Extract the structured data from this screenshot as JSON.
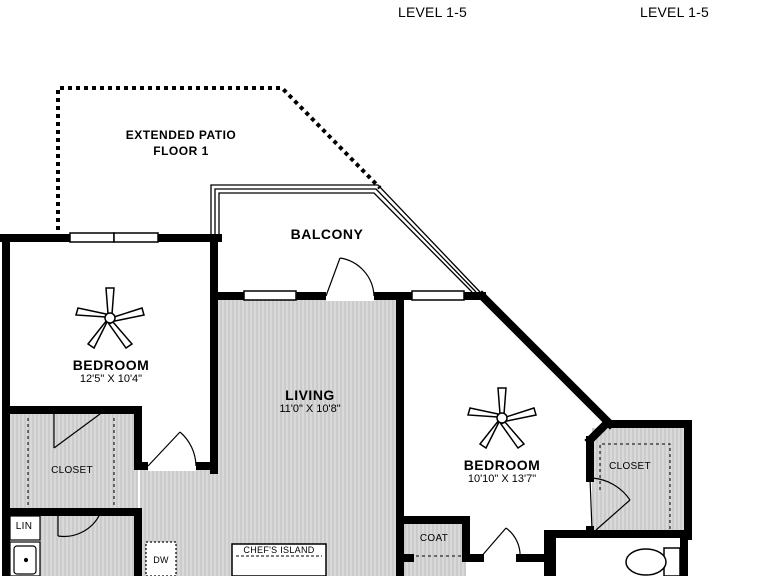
{
  "headers": {
    "level_a": "LEVEL 1-5",
    "level_b": "LEVEL 1-5"
  },
  "patio": {
    "line1": "EXTENDED PATIO",
    "line2": "FLOOR 1"
  },
  "rooms": {
    "balcony": "BALCONY",
    "bedroom_left": {
      "name": "BEDROOM",
      "size": "12'5\" X 10'4\""
    },
    "living": {
      "name": "LIVING",
      "size": "11'0\" X 10'8\""
    },
    "bedroom_right": {
      "name": "BEDROOM",
      "size": "10'10\" X 13'7\""
    },
    "closet_left": "CLOSET",
    "closet_right": "CLOSET",
    "coat": "COAT",
    "linen": "LIN",
    "dishwasher": "DW",
    "island": "CHEF'S ISLAND"
  },
  "colors": {
    "wall": "#000000",
    "floor_fill": "#d4d4d4",
    "background": "#ffffff"
  },
  "icons": [
    "ceiling-fan-icon",
    "toilet-icon",
    "sink-icon",
    "door-swing-icon",
    "window-icon"
  ]
}
